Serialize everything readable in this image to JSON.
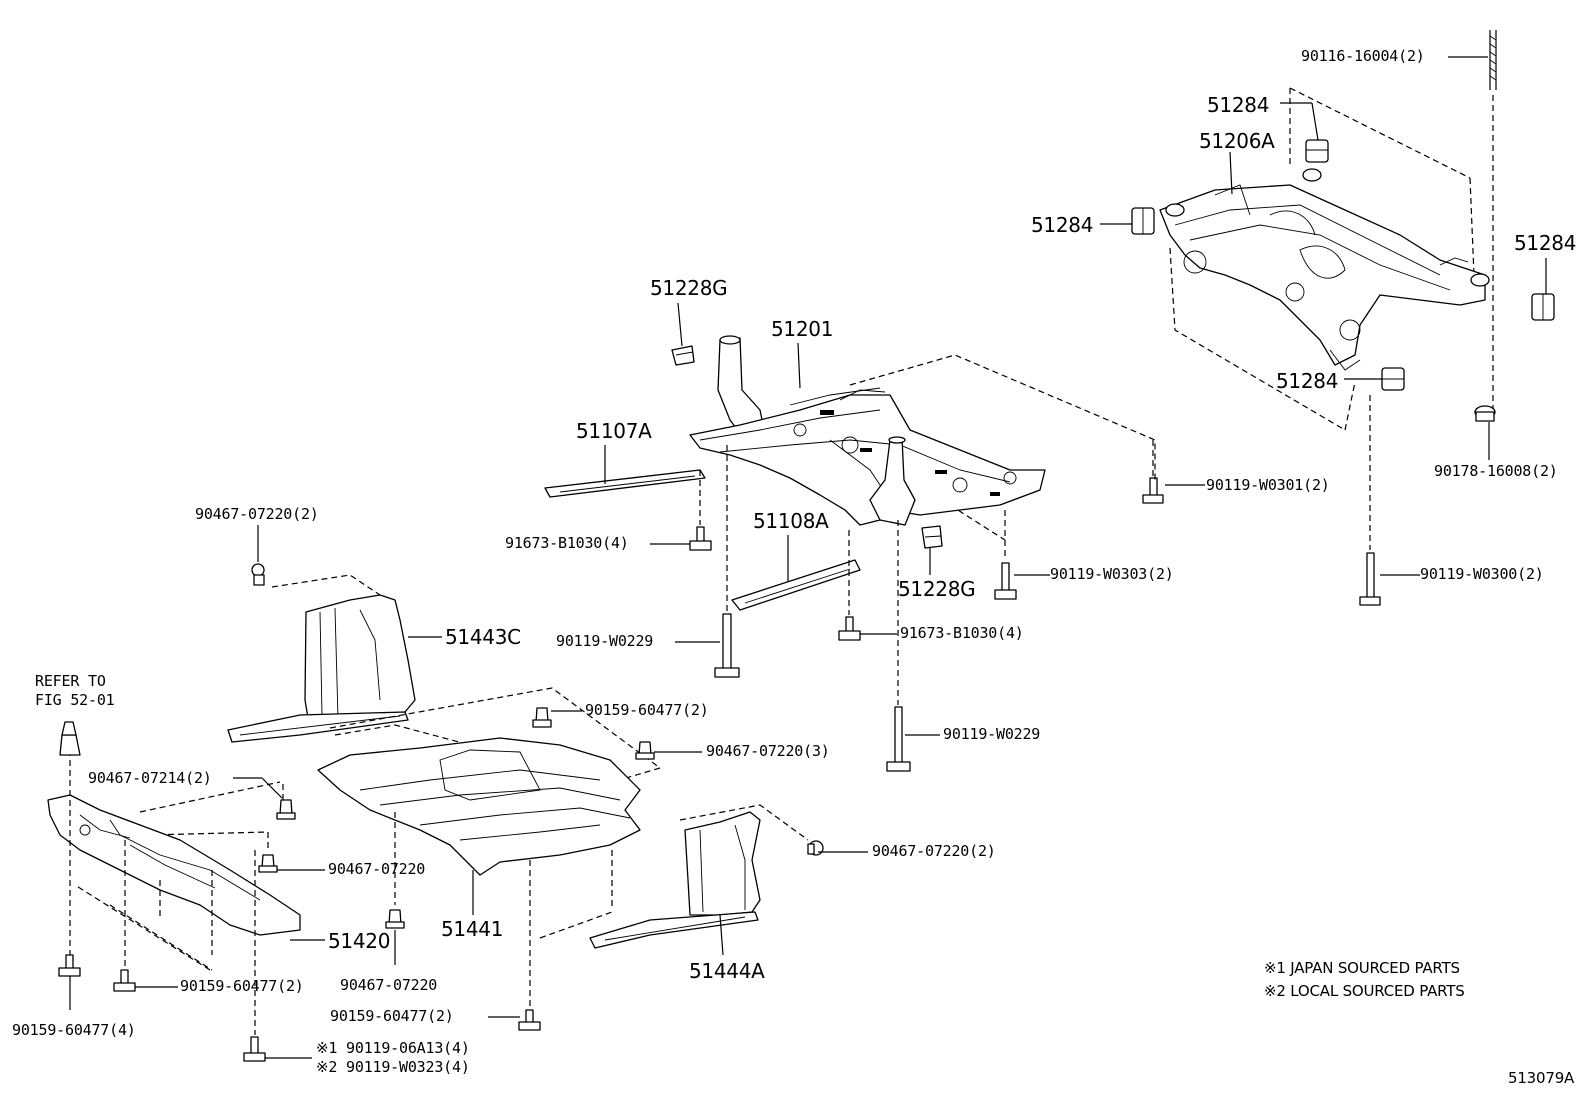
{
  "labels": {
    "p90116_16004": "90116-16004(2)",
    "p51284_top": "51284",
    "p51206A": "51206A",
    "p51284_left": "51284",
    "p51284_right": "51284",
    "p51284_bottom": "51284",
    "p90178_16008": "90178-16008(2)",
    "p90119_W0301": "90119-W0301(2)",
    "p90119_W0300": "90119-W0300(2)",
    "p90119_W0303": "90119-W0303(2)",
    "p51228G_top": "51228G",
    "p51201": "51201",
    "p51107A": "51107A",
    "p51108A": "51108A",
    "p51228G_bottom": "51228G",
    "p91673_B1030_left": "91673-B1030(4)",
    "p91673_B1030_mid": "91673-B1030(4)",
    "p90119_W0229_left": "90119-W0229",
    "p90119_W0229_mid": "90119-W0229",
    "p90467_07220_2_top": "90467-07220(2)",
    "p51443C": "51443C",
    "refer_to_line1": "REFER TO",
    "refer_to_line2": "FIG 52-01",
    "p90159_60477_2_top": "90159-60477(2)",
    "p90467_07220_3": "90467-07220(3)",
    "p90467_07214": "90467-07214(2)",
    "p90467_07220_a": "90467-07220",
    "p90467_07220_2_right": "90467-07220(2)",
    "p51420": "51420",
    "p51441": "51441",
    "p51444A": "51444A",
    "p90467_07220_b": "90467-07220",
    "p90159_60477_2_left": "90159-60477(2)",
    "p90159_60477_4": "90159-60477(4)",
    "p90159_60477_2_bottom": "90159-60477(2)",
    "p90119_06A13": "※1 90119-06A13(4)",
    "p90119_W0323": "※2 90119-W0323(4)",
    "note_japan": "※1 JAPAN SOURCED PARTS",
    "note_local": "※2 LOCAL SOURCED PARTS",
    "figure_id": "513079A"
  }
}
